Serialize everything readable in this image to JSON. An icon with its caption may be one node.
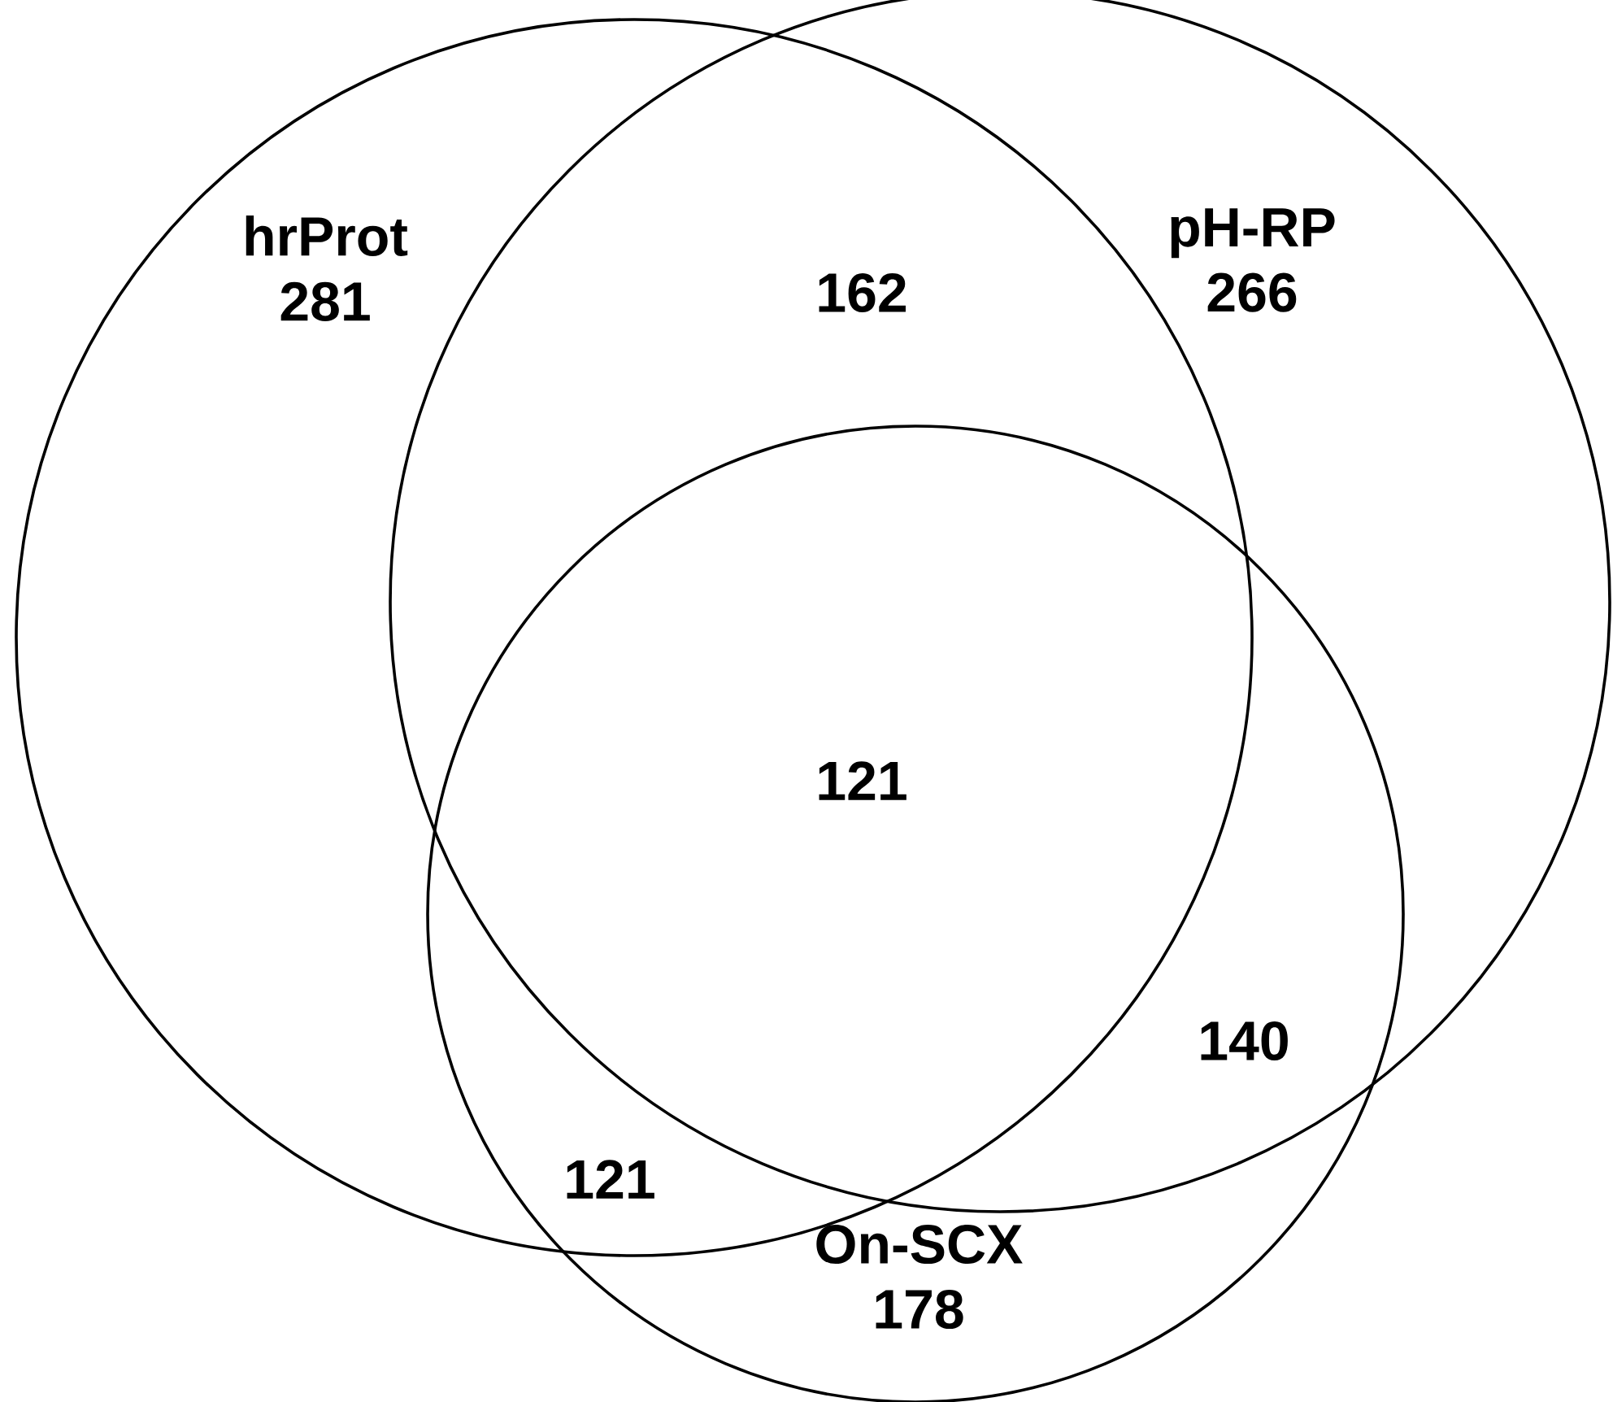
{
  "diagram": {
    "nodes": [
      {
        "text": [
          "hrProt",
          "281"
        ]
      },
      {
        "text": [
          "pH-RP",
          "266"
        ]
      },
      {
        "text": [
          "On-SCX",
          "178"
        ]
      }
    ],
    "labels": [
      "162",
      "121",
      "140",
      "121"
    ]
  }
}
